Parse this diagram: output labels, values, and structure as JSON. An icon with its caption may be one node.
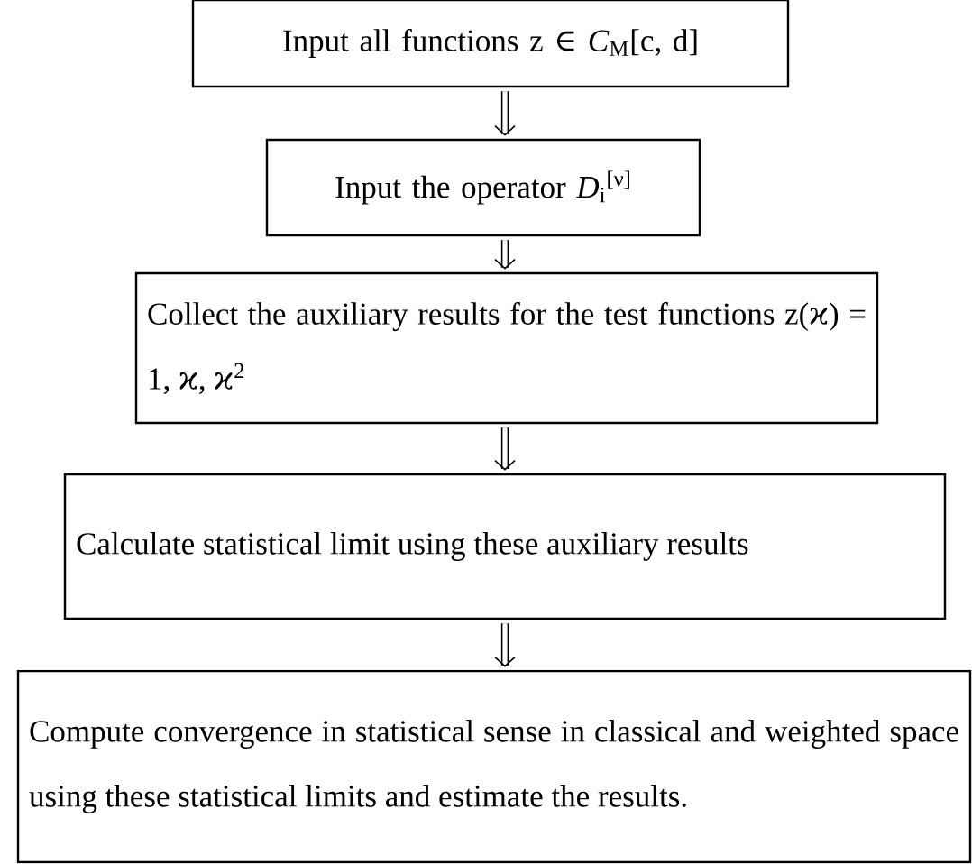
{
  "diagram": {
    "nodes": [
      {
        "text": [
          "Input all functions z ∈ *C*$_{M}$[c, d]"
        ]
      },
      {
        "text": [
          "Input the operator *D*$_{i}$$^{[ν]}$"
        ]
      },
      {
        "text": [
          "Collect the auxiliary results for the test functions z(ϰ) = 1, ϰ, ϰ$^{2}$"
        ]
      },
      {
        "text": [
          "Calculate statistical limit using these auxiliary results"
        ]
      },
      {
        "text": [
          "Compute convergence in statistical sense in classical and weighted space using these statistical limits and estimate the results."
        ]
      }
    ],
    "edges": [
      {
        "from": 0,
        "to": 1,
        "arrow": "to"
      },
      {
        "from": 1,
        "to": 2,
        "arrow": "to"
      },
      {
        "from": 2,
        "to": 3,
        "arrow": "to"
      },
      {
        "from": 3,
        "to": 4,
        "arrow": "to"
      }
    ]
  }
}
